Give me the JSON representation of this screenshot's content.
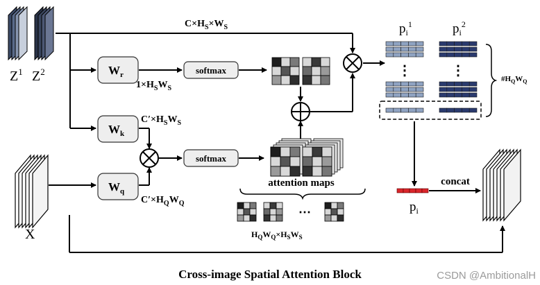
{
  "caption": "Cross-image Spatial Attention Block",
  "watermark": "CSDN @AmbitionalH",
  "inputs": {
    "z1": {
      "base": "Z",
      "sup": "1"
    },
    "z2": {
      "base": "Z",
      "sup": "2"
    },
    "x": "X"
  },
  "weights": {
    "wr": {
      "base": "W",
      "sub": "r"
    },
    "wk": {
      "base": "W",
      "sub": "k"
    },
    "wq": {
      "base": "W",
      "sub": "q"
    }
  },
  "softmax_label": "softmax",
  "dims": {
    "top": {
      "a": "C×H",
      "s1": "S",
      "b": "×W",
      "s2": "S"
    },
    "wr_out": {
      "a": "1×H",
      "s1": "S",
      "b": "W",
      "s2": "S"
    },
    "wk_out": {
      "a": "C′×H",
      "s1": "S",
      "b": "W",
      "s2": "S"
    },
    "wq_out": {
      "a": "C′×H",
      "s1": "Q",
      "b": "W",
      "s2": "Q"
    },
    "maps": {
      "a": "H",
      "s1": "Q",
      "b": "W",
      "s2": "Q",
      "c": "×H",
      "s3": "S",
      "d": "W",
      "s4": "S"
    },
    "count": {
      "a": "#H",
      "s1": "Q",
      "b": "W",
      "s2": "Q"
    }
  },
  "attention_maps_label": "attention maps",
  "ellipsis": "⋯",
  "vdots": "⋮",
  "prototypes": {
    "p1": {
      "base": "p",
      "sub": "i",
      "sup": "1"
    },
    "p2": {
      "base": "p",
      "sub": "i",
      "sup": "2"
    },
    "pi": {
      "base": "p",
      "sub": "i"
    }
  },
  "concat_label": "concat",
  "ops": {
    "multiply": "⊗",
    "add": "⊕"
  },
  "colors": {
    "box_fill": "#eeeeee",
    "proto_blue_light": "#8fa3c2",
    "proto_blue_dark": "#2a3a6e",
    "proto_red": "#d9262b",
    "cube_face": "#e6e6e6"
  }
}
